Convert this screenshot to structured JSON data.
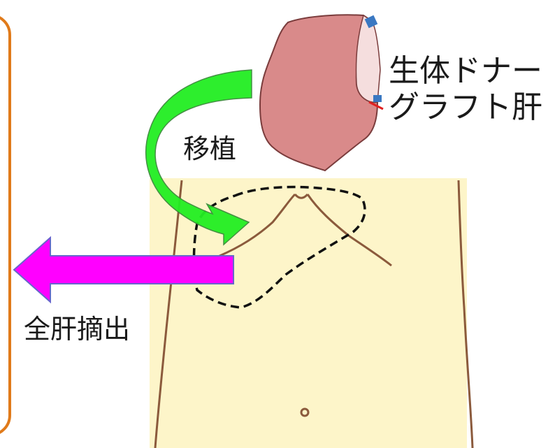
{
  "labels": {
    "graft_line1": "生体ドナー",
    "graft_line2": "グラフト肝",
    "transplant": "移植",
    "explant": "全肝摘出"
  },
  "colors": {
    "frame_orange": "#e07a1a",
    "torso_fill": "#fdf5c9",
    "torso_outline": "#8b5a3c",
    "liver_fill": "#d98a8a",
    "liver_outline": "#7a3c3c",
    "cut_surface": "#f5dede",
    "clip_blue": "#3a78c2",
    "vessel_red": "#e02020",
    "arrow_green": "#22ee22",
    "arrow_magenta": "#ff00ff",
    "dashed_outline": "#111111"
  },
  "icons": {
    "torso": "abdomen-outline",
    "liver": "liver-graft",
    "transplant_arrow": "curved-arrow",
    "explant_arrow": "left-arrow"
  }
}
